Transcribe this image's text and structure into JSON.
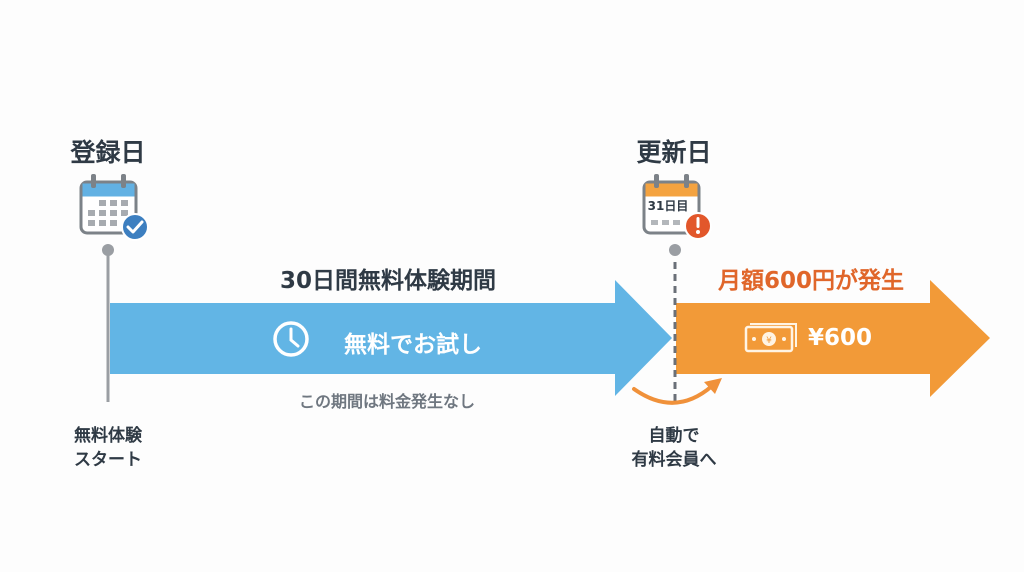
{
  "start": {
    "heading": "登録日",
    "label_line1": "無料体験",
    "label_line2": "スタート"
  },
  "renewal": {
    "heading": "更新日",
    "calendar_text": "31日目",
    "label_line1": "自動で",
    "label_line2": "有料会員へ"
  },
  "trial": {
    "title": "30日間無料体験期間",
    "arrow_text": "無料でお試し",
    "note": "この期間は料金発生なし",
    "icon": "clock-icon"
  },
  "paid": {
    "title": "月額600円が発生",
    "arrow_text": "¥600",
    "icon": "money-bill-icon"
  },
  "colors": {
    "trial_blue": "#62b5e5",
    "paid_orange": "#f29a38",
    "title_orange": "#e0662a",
    "text_dark": "#2f3a45",
    "check_blue": "#3d7fc0",
    "alert_red": "#e2572b"
  }
}
